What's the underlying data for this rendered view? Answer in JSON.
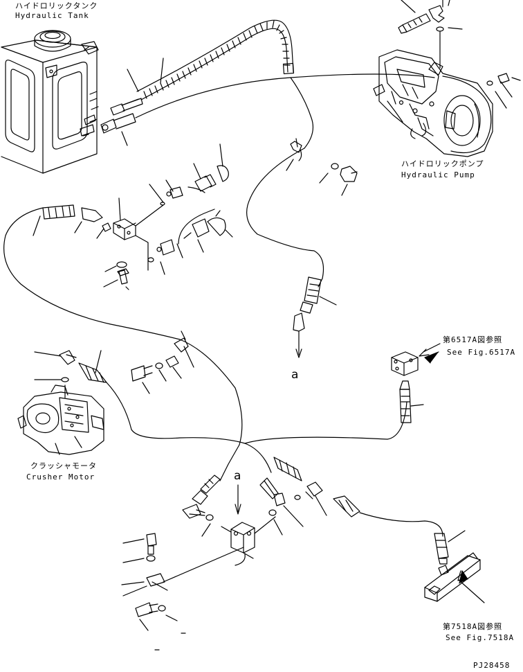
{
  "labels": {
    "hydraulic_tank_jp": "ハイドロリックタンク",
    "hydraulic_tank_en": "Hydraulic Tank",
    "hydraulic_pump_jp": "ハイドロリックポンプ",
    "hydraulic_pump_en": "Hydraulic Pump",
    "crusher_motor_jp": "クラッシャモータ",
    "crusher_motor_en": "Crusher Motor",
    "ref_6517_jp": "第6517A図参照",
    "ref_6517_en": "See Fig.6517A",
    "ref_7518_jp": "第7518A図参照",
    "ref_7518_en": "See Fig.7518A",
    "connection_a_upper": "a",
    "connection_a_lower": "a",
    "drawing_no": "PJ28458"
  },
  "colors": {
    "line": "#000000",
    "background": "#ffffff"
  }
}
